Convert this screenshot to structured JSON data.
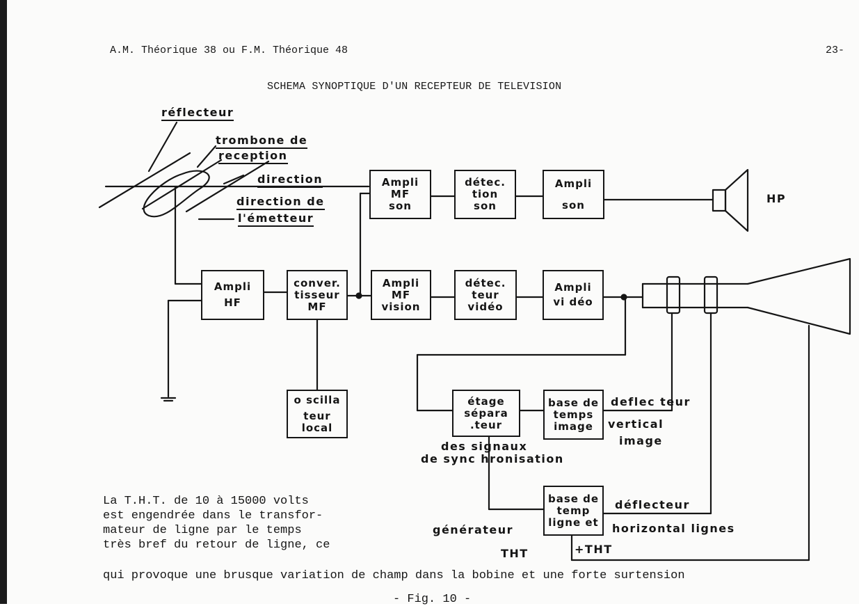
{
  "header": {
    "left": "A.M. Théorique 38  ou  F.M. Théorique 48",
    "page_number": "23-"
  },
  "title": "SCHEMA SYNOPTIQUE D'UN RECEPTEUR DE TELEVISION",
  "labels": {
    "reflecteur": "réflecteur",
    "trombone_1": "trombone de",
    "trombone_2": "reception",
    "direction": "direction",
    "direction_emetteur_1": "direction de",
    "direction_emetteur_2": "l'émetteur",
    "hp": "HP",
    "deflecteur_vertical_1": "deflec teur",
    "deflecteur_vertical_2": "vertical",
    "deflecteur_vertical_3": "image",
    "signaux_1": "des  signaux",
    "signaux_2": "de sync hronisation",
    "deflecteur_horizontal_1": "déflecteur",
    "deflecteur_horizontal_2": "horizontal  lignes",
    "generateur": "générateur",
    "tht_generator": "THT",
    "tht_out": "+THT"
  },
  "blocks": {
    "ampli_mf_son": [
      "Ampli",
      "MF",
      "son"
    ],
    "detection_son": [
      "détec.",
      "tion",
      "son"
    ],
    "ampli_son": [
      "Ampli",
      "son"
    ],
    "ampli_hf": [
      "Ampli",
      "HF"
    ],
    "convertisseur": [
      "conver.",
      "tisseur",
      "MF"
    ],
    "ampli_mf_vision": [
      "Ampli",
      "MF",
      "vision"
    ],
    "detecteur_video": [
      "détec.",
      "teur",
      "vidéo"
    ],
    "ampli_video": [
      "Ampli",
      "vi déo"
    ],
    "oscillateur": [
      "o scilla",
      "teur",
      "local"
    ],
    "separateur": [
      "étage",
      "sépara",
      ".teur"
    ],
    "base_image": [
      "base de",
      "temps",
      "image"
    ],
    "base_ligne": [
      "base de",
      "temp",
      "ligne et"
    ]
  },
  "note": "La T.H.T. de 10 à 15000 volts est engendrée dans le transformateur de ligne par le temps très bref du retour de ligne, ce",
  "note_lines": [
    "La T.H.T. de 10 à 15000 volts",
    "est engendrée dans le transfor-",
    "mateur de ligne par le temps",
    "très bref du retour de ligne, ce"
  ],
  "note_last": "qui provoque une brusque variation de champ dans la bobine et une forte surtension",
  "figure_caption": "- Fig. 10 -"
}
